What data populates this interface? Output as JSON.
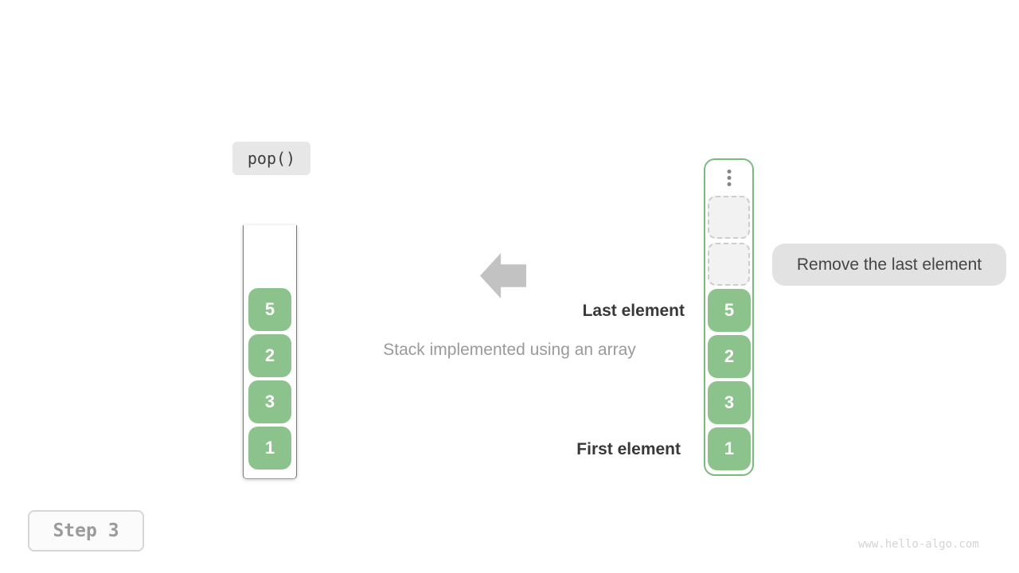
{
  "operation": {
    "label": "pop()"
  },
  "left_stack": {
    "description": "stack tube before pop",
    "items": [
      "5",
      "2",
      "3",
      "1"
    ]
  },
  "right_stack": {
    "description": "array representation with popped slots",
    "empty_slot_count": 2,
    "ellipsis_icon": "vertical-dots",
    "items": [
      "5",
      "2",
      "3",
      "1"
    ]
  },
  "annotations": {
    "last_element": "Last element",
    "first_element": "First element",
    "caption": "Stack implemented using an array",
    "action_note": "Remove the last element"
  },
  "step_indicator": {
    "label": "Step 3"
  },
  "watermark": "www.hello-algo.com",
  "colors": {
    "element_green": "#8cc38c",
    "container_border_green": "#7cb97c",
    "note_bg": "#e2e2e2",
    "chip_bg": "#e7e7e7",
    "arrow_gray": "#c2c2c2",
    "muted_text": "#9a9a9a",
    "dark_text": "#383838",
    "watermark_text": "#d4d4d4"
  }
}
